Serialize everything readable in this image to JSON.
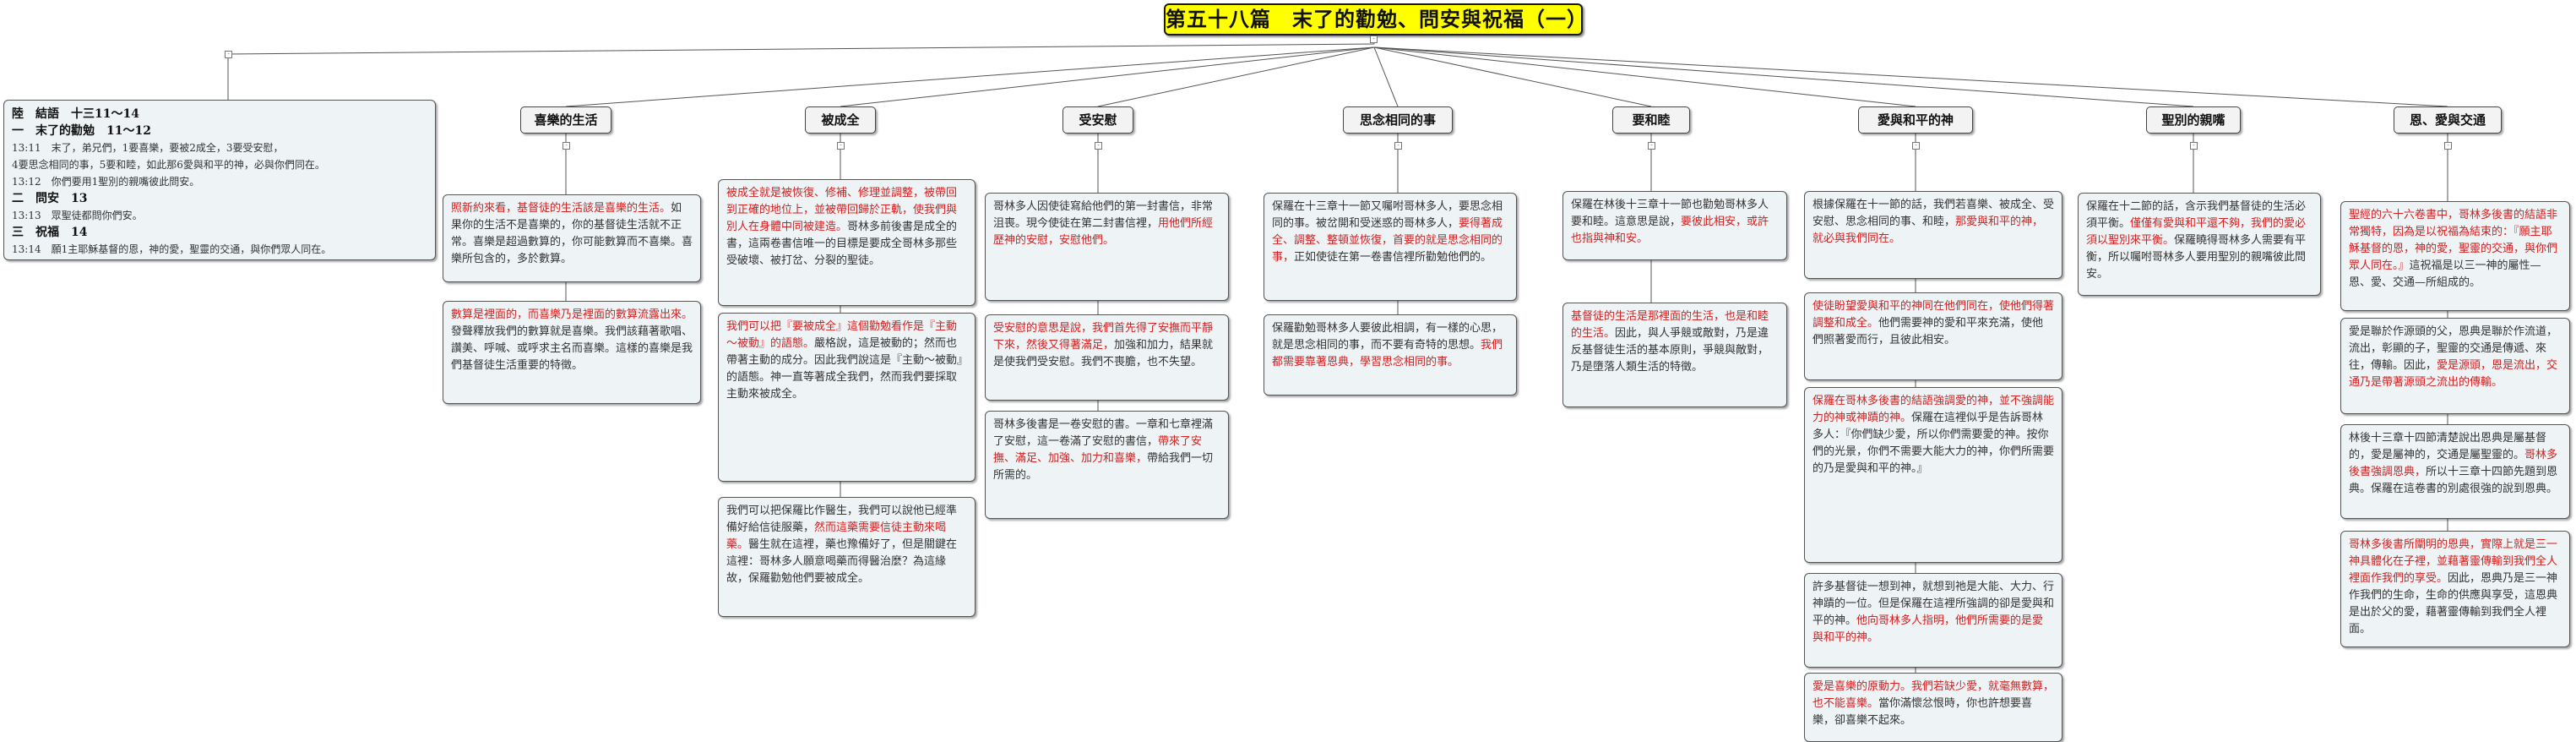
{
  "title": "第五十八篇　末了的勸勉、問安與祝福（一）",
  "outline": [
    {
      "style": "b",
      "text": "陸　結語　十三11～14"
    },
    {
      "style": "b",
      "text": "一　末了的勸勉　11～12"
    },
    {
      "style": "s",
      "text": "13:11　末了，弟兄們，1要喜樂，要被2成全，3要受安慰，"
    },
    {
      "style": "s",
      "text": "4要思念相同的事，5要和睦，如此那6愛與和平的神，必與你們同在。"
    },
    {
      "style": "s",
      "text": "13:12　你們要用1聖別的親嘴彼此問安。"
    },
    {
      "style": "b",
      "text": "二　問安　13"
    },
    {
      "style": "s",
      "text": "13:13　眾聖徒都問你們安。"
    },
    {
      "style": "b",
      "text": "三　祝福　14"
    },
    {
      "style": "s",
      "text": "13:14　願1主耶穌基督的恩，神的愛，聖靈的交通，與你們眾人同在。"
    }
  ],
  "branches": [
    {
      "label": "喜樂的生活",
      "boxes": [
        [
          {
            "r": true,
            "t": "照新約來看，基督徒的生活該是喜樂的生活。"
          },
          {
            "t": "如果你的生活不是喜樂的，你的基督徒生活就不正常。喜樂是超過數算的，你可能數算而不喜樂。喜樂所包含的，多於數算。"
          }
        ],
        [
          {
            "r": true,
            "t": "數算是裡面的，而喜樂乃是裡面的數算流露出來。"
          },
          {
            "t": "發聲釋放我們的數算就是喜樂。我們該藉著歌唱、讚美、呼喊、或呼求主名而喜樂。這樣的喜樂是我們基督徒生活重要的特徵。"
          }
        ]
      ]
    },
    {
      "label": "被成全",
      "boxes": [
        [
          {
            "r": true,
            "t": "被成全就是被恢復、修補、修理並調整，被帶回到正確的地位上，並被帶回歸於正軌，使我們與別人在身體中同被建造。"
          },
          {
            "t": "哥林多前後書是成全的書，這兩卷書信唯一的目標是要成全哥林多那些受破壞、被打岔、分裂的聖徒。"
          }
        ],
        [
          {
            "r": true,
            "t": "我們可以把『要被成全』這個勸勉看作是『主動～被動』的語態。"
          },
          {
            "t": "嚴格說，這是被動的；然而也帶著主動的成分。因此我們說這是『主動～被動』的語態。神一直等著成全我們，然而我們要採取主動來被成全。"
          }
        ],
        [
          {
            "t": "我們可以把保羅比作醫生，我們可以說他已經準備好給信徒服藥，"
          },
          {
            "r": true,
            "t": "然而這藥需要信徒主動來喝藥。"
          },
          {
            "t": "醫生就在這裡，藥也豫備好了，但是關鍵在這裡：哥林多人願意喝藥而得醫治麼？為這緣故，保羅勸勉他們要被成全。"
          }
        ]
      ]
    },
    {
      "label": "受安慰",
      "boxes": [
        [
          {
            "t": "哥林多人因使徒寫給他們的第一封書信，非常沮喪。現今使徒在第二封書信裡，"
          },
          {
            "r": true,
            "t": "用他們所經歷神的安慰，安慰他們。"
          }
        ],
        [
          {
            "r": true,
            "t": "受安慰的意思是說，我們首先得了安撫而平靜下來，然後又得著滿足，"
          },
          {
            "t": "加強和加力，結果就是使我們受安慰。我們不喪膽，也不失望。"
          }
        ],
        [
          {
            "t": "哥林多後書是一卷安慰的書。一章和七章裡滿了安慰，這一卷滿了安慰的書信，"
          },
          {
            "r": true,
            "t": "帶來了安撫、滿足、加強、加力和喜樂，"
          },
          {
            "t": "帶給我們一切所需的。"
          }
        ]
      ]
    },
    {
      "label": "思念相同的事",
      "boxes": [
        [
          {
            "t": "保羅在十三章十一節又囑咐哥林多人，要思念相同的事。被岔開和受迷惑的哥林多人，"
          },
          {
            "r": true,
            "t": "要得著成全、調整、整頓並恢復，首要的就是思念相同的事，"
          },
          {
            "t": "正如使徒在第一卷書信裡所勸勉他們的。"
          }
        ],
        [
          {
            "t": "保羅勸勉哥林多人要彼此相調，有一樣的心思，就是思念相同的事，而不要有奇特的思想。"
          },
          {
            "r": true,
            "t": "我們都需要靠著恩典，學習思念相同的事。"
          }
        ]
      ]
    },
    {
      "label": "要和睦",
      "boxes": [
        [
          {
            "t": "保羅在林後十三章十一節也勸勉哥林多人要和睦。這意思是說，"
          },
          {
            "r": true,
            "t": "要彼此相安，或許也指與神和安。"
          }
        ],
        [
          {
            "r": true,
            "t": "基督徒的生活是那裡面的生活，也是和睦的生活。"
          },
          {
            "t": "因此，與人爭競或敵對，乃是違反基督徒生活的基本原則，爭競與敵對，乃是墮落人類生活的特徵。"
          }
        ]
      ]
    },
    {
      "label": "愛與和平的神",
      "boxes": [
        [
          {
            "t": "根據保羅在十一節的話，我們若喜樂、被成全、受安慰、思念相同的事、和睦，"
          },
          {
            "r": true,
            "t": "那愛與和平的神，就必與我們同在。"
          }
        ],
        [
          {
            "r": true,
            "t": "使徒盼望愛與和平的神同在他們同在，使他們得著調整和成全。"
          },
          {
            "t": "他們需要神的愛和平來充滿，使他們照著愛而行，且彼此相安。"
          }
        ],
        [
          {
            "r": true,
            "t": "保羅在哥林多後書的結語強調愛的神，並不強調能力的神或神蹟的神。"
          },
          {
            "t": "保羅在這裡似乎是告訴哥林多人：『你們缺少愛，所以你們需要愛的神。按你們的光景，你們不需要大能大力的神，你們所需要的乃是愛與和平的神。』"
          }
        ],
        [
          {
            "t": "許多基督徒一想到神，就想到祂是大能、大力、行神蹟的一位。但是保羅在這裡所強調的卻是愛與和平的神。"
          },
          {
            "r": true,
            "t": "他向哥林多人指明，他們所需要的是愛與和平的神。"
          }
        ],
        [
          {
            "r": true,
            "t": "愛是喜樂的原動力。我們若缺少愛，就毫無數算，也不能喜樂。"
          },
          {
            "t": "當你滿懷忿恨時，你也許想要喜樂，卻喜樂不起來。"
          }
        ]
      ]
    },
    {
      "label": "聖別的親嘴",
      "boxes": [
        [
          {
            "t": "保羅在十二節的話，含示我們基督徒的生活必須平衡。"
          },
          {
            "r": true,
            "t": "僅僅有愛與和平還不夠，我們的愛必須以聖別來平衡。"
          },
          {
            "t": "保羅曉得哥林多人需要有平衡，所以囑咐哥林多人要用聖別的親嘴彼此問安。"
          }
        ]
      ]
    },
    {
      "label": "恩、愛與交通",
      "boxes": [
        [
          {
            "r": true,
            "t": "聖經的六十六卷書中，哥林多後書的結語非常獨特，因為是以祝福為結束的：『願主耶穌基督的恩，神的愛，聖靈的交通，與你們眾人同在。』"
          },
          {
            "t": "這祝福是以三一神的屬性—恩、愛、交通—所組成的。"
          }
        ],
        [
          {
            "t": "愛是聯於作源頭的父，恩典是聯於作流道，流出，彰顯的子，聖靈的交通是傳遞、來往，傳輸。因此，"
          },
          {
            "r": true,
            "t": "愛是源頭，恩是流出，交通乃是帶著源頭之流出的傳輸。"
          }
        ],
        [
          {
            "t": "林後十三章十四節清楚說出恩典是屬基督的，愛是屬神的，交通是屬聖靈的。"
          },
          {
            "r": true,
            "t": "哥林多後書強調恩典，"
          },
          {
            "t": "所以十三章十四節先題到恩典。保羅在這卷書的別處很強的說到恩典。"
          }
        ],
        [
          {
            "r": true,
            "t": "哥林多後書所闡明的恩典，實際上就是三一神具體化在子裡，並藉著靈傳輸到我們全人裡面作我們的享受。"
          },
          {
            "t": "因此，恩典乃是三一神作我們的生命，生命的供應與享受，這恩典是出於父的愛，藉著靈傳輸到我們全人裡面。"
          }
        ]
      ]
    }
  ]
}
